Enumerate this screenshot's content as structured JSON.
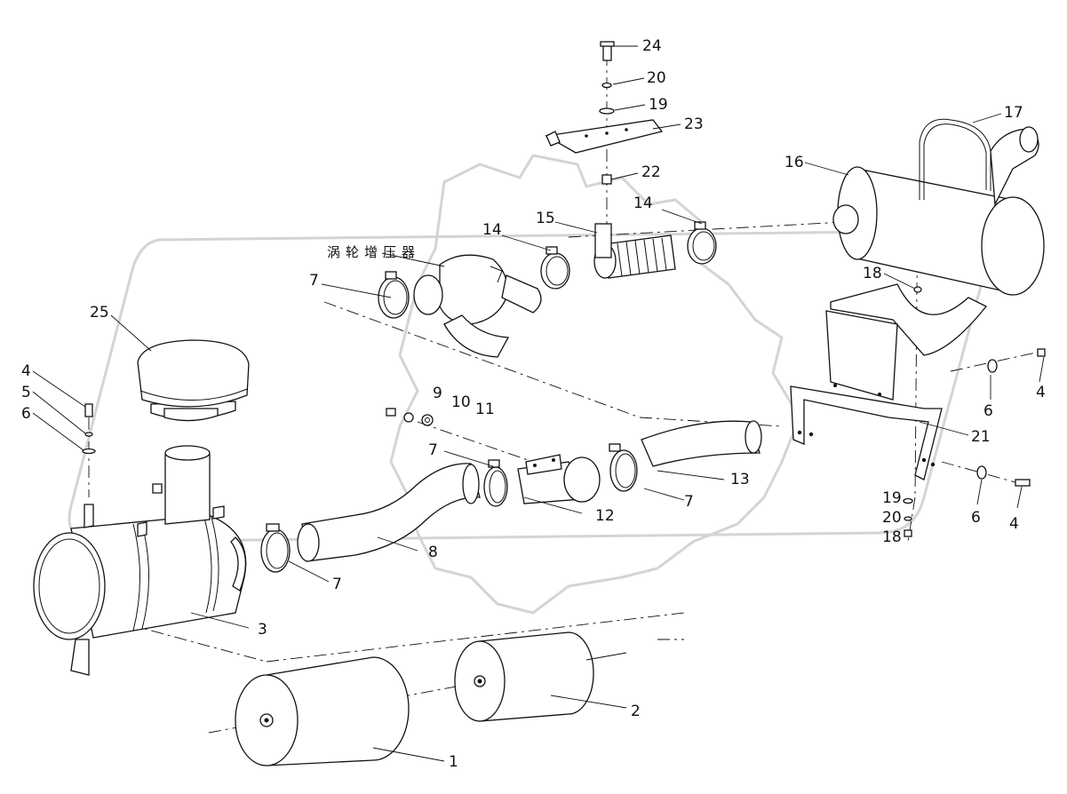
{
  "diagram": {
    "turbo_label": "涡轮增压器",
    "part_labels": [
      "24",
      "20",
      "19",
      "23",
      "22",
      "17",
      "16",
      "14",
      "15",
      "14",
      "18",
      "7",
      "25",
      "4",
      "5",
      "6",
      "9",
      "10",
      "11",
      "7",
      "13",
      "12",
      "21",
      "6",
      "4",
      "19",
      "20",
      "18",
      "6",
      "4",
      "8",
      "7",
      "7",
      "3",
      "2",
      "1"
    ]
  },
  "colors": {
    "ink": "#111111",
    "watermark": "#d4d4d4"
  }
}
